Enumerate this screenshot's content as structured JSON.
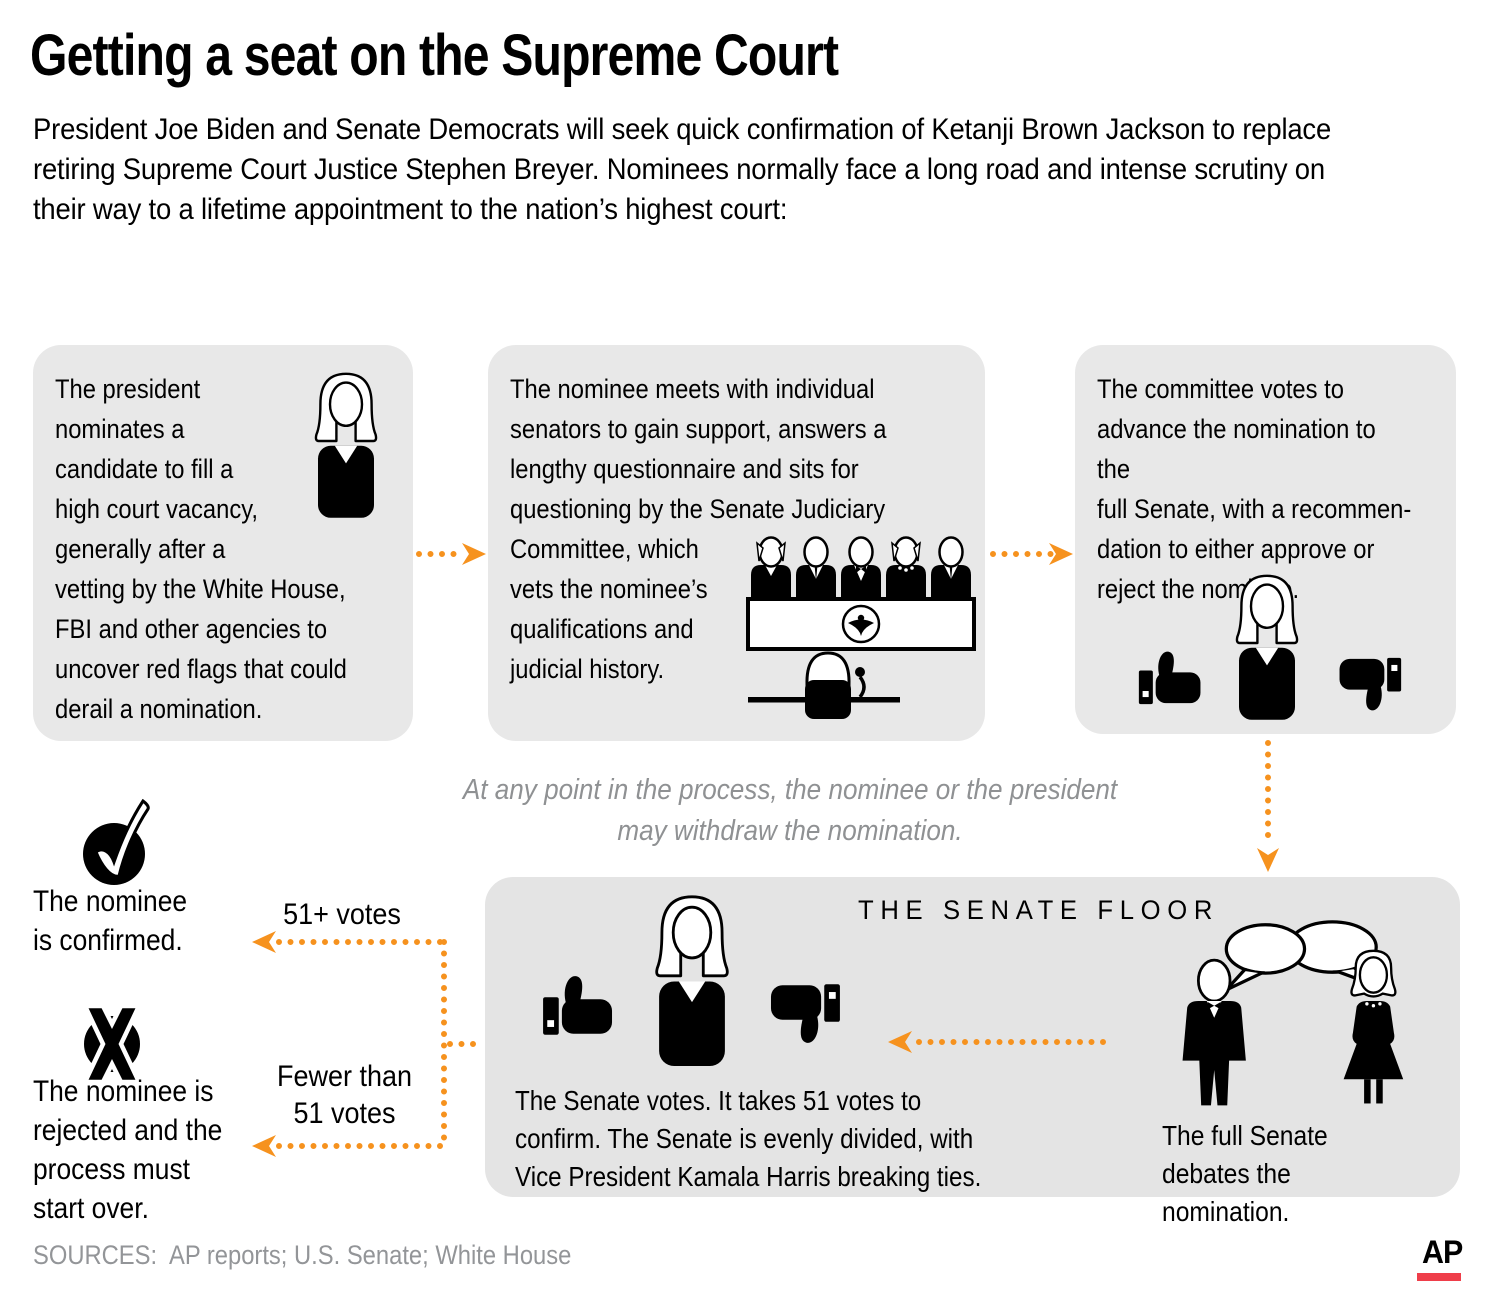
{
  "header": {
    "title": "Getting a seat on the Supreme Court",
    "intro": "President Joe Biden and Senate Democrats will seek quick confirmation of Ketanji Brown Jackson to replace\nretiring Supreme Court Justice Stephen Breyer. Nominees normally face a long road and intense scrutiny on\ntheir way to a lifetime appointment to the nation’s highest court:"
  },
  "steps": {
    "step1": "The president\nnominates a\ncandidate to fill a\nhigh court vacancy,\ngenerally after a\nvetting by the White House,\nFBI and other agencies to\nuncover red flags that could\nderail a nomination.",
    "step2": "The nominee meets with individual\nsenators to gain support, answers a\nlengthy questionnaire and sits for\nquestioning by the Senate Judiciary\nCommittee, which\nvets the nominee’s\nqualifications and\njudicial history.",
    "step3": "The committee votes to\nadvance the nomination to the\nfull Senate, with a recommen-\ndation to either approve or\nreject the nominee."
  },
  "withdraw_note": "At any point in the process, the nominee or the president\nmay withdraw the nomination.",
  "senate_floor": {
    "heading": "THE SENATE FLOOR",
    "vote_text": "The Senate votes. It takes 51 votes to\nconfirm. The Senate is evenly divided, with\nVice President Kamala Harris breaking ties.",
    "debate_text": "The full Senate\ndebates the nomination."
  },
  "outcomes": {
    "confirmed_label": "The nominee\nis confirmed.",
    "confirmed_votes": "51+ votes",
    "rejected_label": "The nominee is\nrejected and the\nprocess must\nstart over.",
    "rejected_votes": "Fewer than\n51 votes"
  },
  "footer": {
    "sources": "SOURCES:  AP reports; U.S. Senate; White House",
    "ap_logo": "AP"
  },
  "colors": {
    "accent_orange": "#f6921e",
    "step_box_gray": "#e8e8e8",
    "senate_box_gray": "#e4e4e4",
    "muted_gray": "#8f9193",
    "ap_red": "#ef3e4a",
    "text_black": "#000000"
  },
  "icons": {
    "nominee": "woman-nominee-icon",
    "thumbs_up": "thumbs-up-icon",
    "thumbs_down": "thumbs-down-icon",
    "committee": "judiciary-committee-hearing-icon",
    "debaters": "two-senators-debating-icon",
    "confirmed": "checkmark-icon",
    "rejected": "x-mark-icon",
    "arrows": "orange-dotted-arrow"
  }
}
